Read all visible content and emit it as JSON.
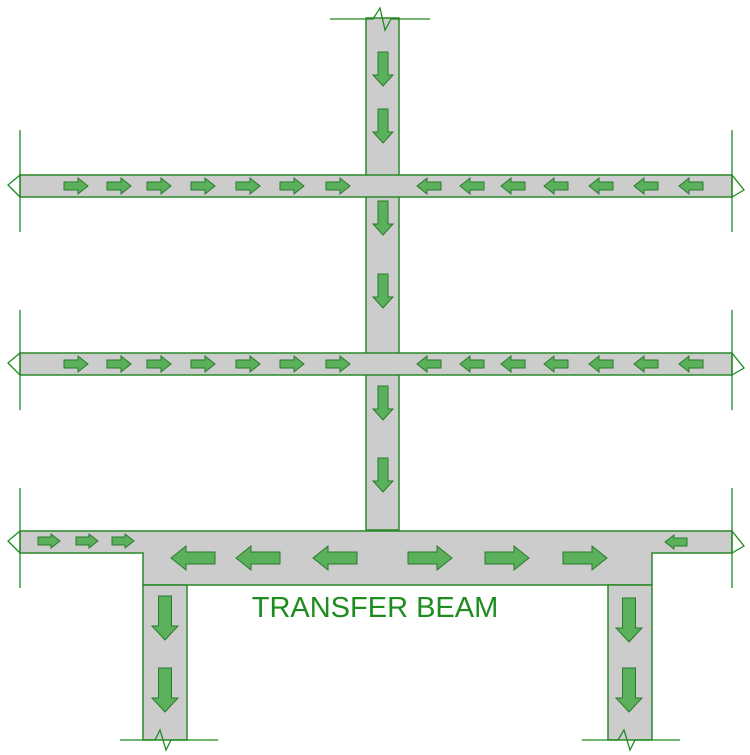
{
  "label": "TRANSFER BEAM",
  "colors": {
    "member_fill": "#cccccc",
    "outline": "#2a8a2a",
    "arrow_fill": "#5bb05b",
    "text": "#1e8c1e"
  },
  "arrows": {
    "column_top_segments": [
      "down",
      "down"
    ],
    "beam_1_left_half": [
      "right",
      "right",
      "right",
      "right",
      "right",
      "right",
      "right"
    ],
    "beam_1_right_half": [
      "left",
      "left",
      "left",
      "left",
      "left",
      "left",
      "left"
    ],
    "column_mid_1_segments": [
      "down",
      "down"
    ],
    "beam_2_left_half": [
      "right",
      "right",
      "right",
      "right",
      "right",
      "right",
      "right"
    ],
    "beam_2_right_half": [
      "left",
      "left",
      "left",
      "left",
      "left",
      "left",
      "left"
    ],
    "column_mid_2_segments": [
      "down",
      "down"
    ],
    "transfer_level_left_cantilever": [
      "right",
      "right",
      "right"
    ],
    "transfer_level_right_cantilever": [
      "left"
    ],
    "transfer_beam_left_half": [
      "left",
      "left",
      "left"
    ],
    "transfer_beam_right_half": [
      "right",
      "right",
      "right"
    ],
    "left_support_column": [
      "down",
      "down"
    ],
    "right_support_column": [
      "down",
      "down"
    ]
  }
}
